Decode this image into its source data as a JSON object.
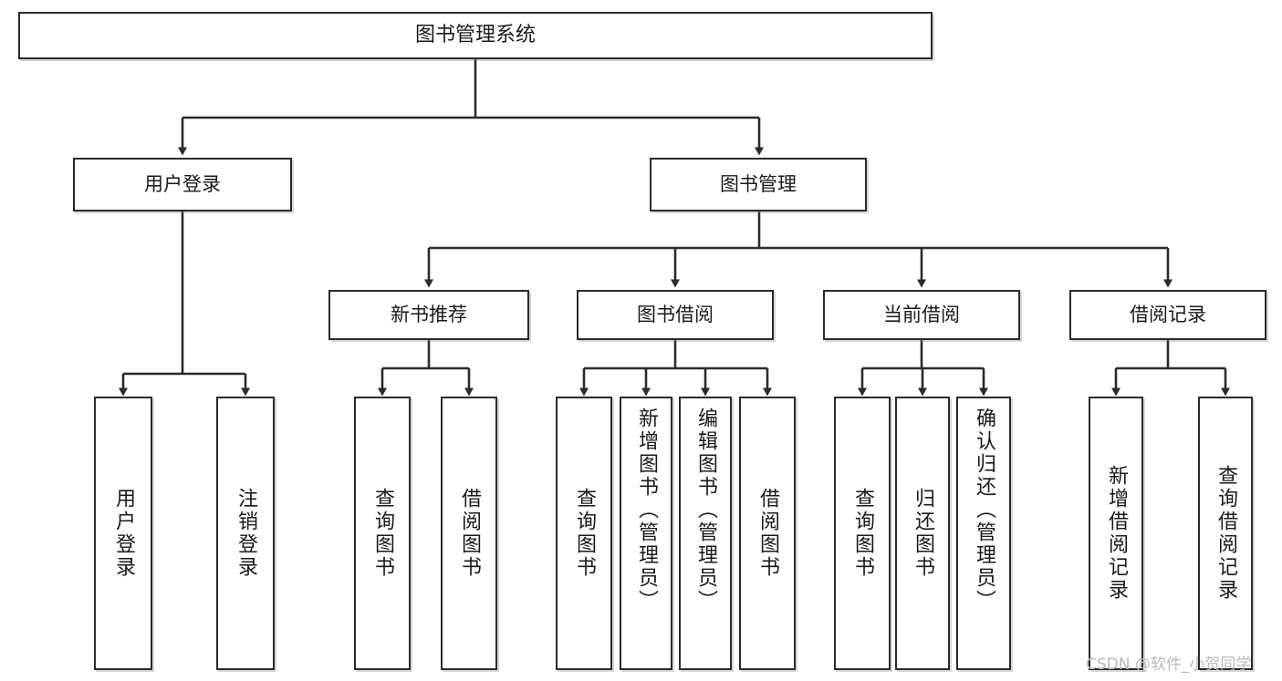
{
  "diagram": {
    "title_node": {
      "label": "图书管理系统"
    },
    "level1": [
      {
        "label": "用户登录"
      },
      {
        "label": "图书管理"
      }
    ],
    "level2": [
      {
        "label": "新书推荐"
      },
      {
        "label": "图书借阅"
      },
      {
        "label": "当前借阅"
      },
      {
        "label": "借阅记录"
      }
    ],
    "leaves": {
      "user_login": [
        {
          "label": "用户登录"
        },
        {
          "label": "注销登录"
        }
      ],
      "new_book_recommend": [
        {
          "label": "查询图书"
        },
        {
          "label": "借阅图书"
        }
      ],
      "book_borrow": [
        {
          "label": "查询图书"
        },
        {
          "label": "新增图书（管理员）"
        },
        {
          "label": "编辑图书（管理员）"
        },
        {
          "label": "借阅图书"
        }
      ],
      "current_borrow": [
        {
          "label": "查询图书"
        },
        {
          "label": "归还图书"
        },
        {
          "label": "确认归还（管理员）"
        }
      ],
      "borrow_record": [
        {
          "label": "新增借阅记录"
        },
        {
          "label": "查询借阅记录"
        }
      ]
    }
  },
  "watermark": {
    "text": "CSDN @软件_小贺同学"
  },
  "colors": {
    "border": "#2b2b2b",
    "background": "#ffffff",
    "text": "#1a1a1a",
    "watermark": "#b9b9b9"
  }
}
